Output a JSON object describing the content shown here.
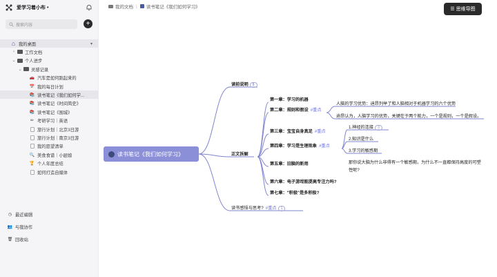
{
  "sidebar": {
    "workspace_name": "爱学习着小布 •",
    "search_placeholder": "搜索内容",
    "add_label": "+",
    "items": [
      {
        "label": "我的桌面",
        "level": 0,
        "icon": "home-icon",
        "toggle": "",
        "active": true
      },
      {
        "label": "工作文档",
        "level": 1,
        "icon": "folder-icon",
        "toggle": "›"
      },
      {
        "label": "个人进步",
        "level": 1,
        "icon": "folder-icon",
        "toggle": "⌄"
      },
      {
        "label": "灵感记录",
        "level": 2,
        "icon": "folder-icon",
        "toggle": "⌄"
      },
      {
        "label": "汽车是如何跑起来的",
        "level": 3,
        "icon": "car-icon",
        "toggle": ""
      },
      {
        "label": "我的每日计划",
        "level": 3,
        "icon": "calendar-icon",
        "toggle": ""
      },
      {
        "label": "读书笔记《我们如何学...",
        "level": 3,
        "icon": "book-icon",
        "toggle": "",
        "active": true
      },
      {
        "label": "读书笔记《时间简史》",
        "level": 3,
        "icon": "book-icon",
        "toggle": ""
      },
      {
        "label": "读书笔记《围城》",
        "level": 3,
        "icon": "book-icon",
        "toggle": ""
      },
      {
        "label": "考研学习｜英语",
        "level": 3,
        "icon": "pencil-icon",
        "toggle": ""
      },
      {
        "label": "旅行计划｜北京3日游",
        "level": 3,
        "icon": "doc-icon",
        "toggle": ""
      },
      {
        "label": "旅行计划｜南京3日游",
        "level": 3,
        "icon": "doc-icon",
        "toggle": ""
      },
      {
        "label": "我的愿望清单",
        "level": 3,
        "icon": "doc-icon",
        "toggle": ""
      },
      {
        "label": "美食食谱｜小厨娘",
        "level": 3,
        "icon": "magnifier-icon",
        "toggle": ""
      },
      {
        "label": "个人年度总结",
        "level": 3,
        "icon": "trophy-icon",
        "toggle": ""
      },
      {
        "label": "如何打造自媒体",
        "level": 3,
        "icon": "doc-icon",
        "toggle": ""
      }
    ],
    "footer": [
      {
        "label": "最近编辑",
        "icon": "clock-icon"
      },
      {
        "label": "与我协作",
        "icon": "people-icon"
      },
      {
        "label": "回收站",
        "icon": "trash-icon"
      }
    ]
  },
  "breadcrumb": {
    "first": "我的文档",
    "sep": "|",
    "second": "读书笔记《我们如何学习》"
  },
  "mindmap_button": "☰ 思维导图",
  "mindmap": {
    "root": "读书笔记《我们如何学习》",
    "branch_intro": {
      "label": "读前说明",
      "badge": "5"
    },
    "branch_main": "正文拆解",
    "branch_end": {
      "label": "读书感悟与思考?",
      "tag": "#重点",
      "badge": "1"
    },
    "chapters": [
      {
        "label": "第一章：学习的机器",
        "tag": ""
      },
      {
        "label": "第二章：规则和假设",
        "tag": "#重点"
      },
      {
        "label": "第三章：宝宝自身真足",
        "tag": "#重点"
      },
      {
        "label": "第四章：学习是生理现象",
        "tag": "#重点"
      },
      {
        "label": "第五章：旧脑的新用",
        "tag": ""
      },
      {
        "label": "第六章：电子游戏能提高专注力吗?",
        "tag": ""
      },
      {
        "label": "第七章：\"积极\"是多积极?",
        "tag": ""
      }
    ],
    "ch2_notes": [
      "人脑的学习优势：迪昂列举了和人脑相对于机器学习的六个优势",
      "迪昂认为，人脑学习的优势，关键在于两个能力，一个是规则，一个是假设。"
    ],
    "ch4_notes": [
      {
        "label": "1.神经的连接",
        "badge": "3"
      },
      {
        "label": "2.知识是什么",
        "badge": ""
      },
      {
        "label": "3.学习的敏感期",
        "badge": ""
      }
    ],
    "ch4_extra": [
      "那你说大脑为什么非得有一个敏感期，为什么不一直都保持高度的可塑",
      "性呢?"
    ]
  }
}
